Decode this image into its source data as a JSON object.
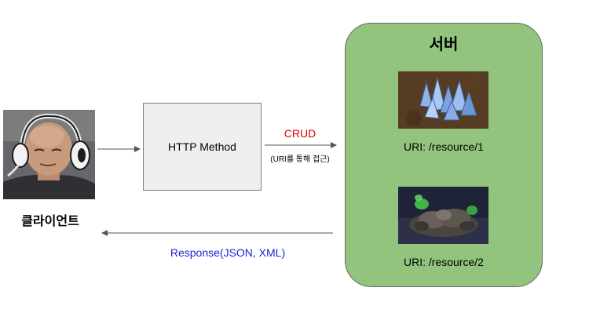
{
  "client": {
    "label": "클라이언트"
  },
  "request": {
    "box_label": "HTTP Method",
    "method_label": "CRUD",
    "method_note": "(URI를 통해 접근)"
  },
  "server": {
    "title": "서버",
    "resources": [
      {
        "label": "URI: /resource/1"
      },
      {
        "label": "URI: /resource/2"
      }
    ]
  },
  "response": {
    "label": "Response(JSON, XML)"
  },
  "colors": {
    "crud": "#e00000",
    "response": "#1f1fd6",
    "server_fill": "#93c47d",
    "box_fill": "#efefef"
  }
}
